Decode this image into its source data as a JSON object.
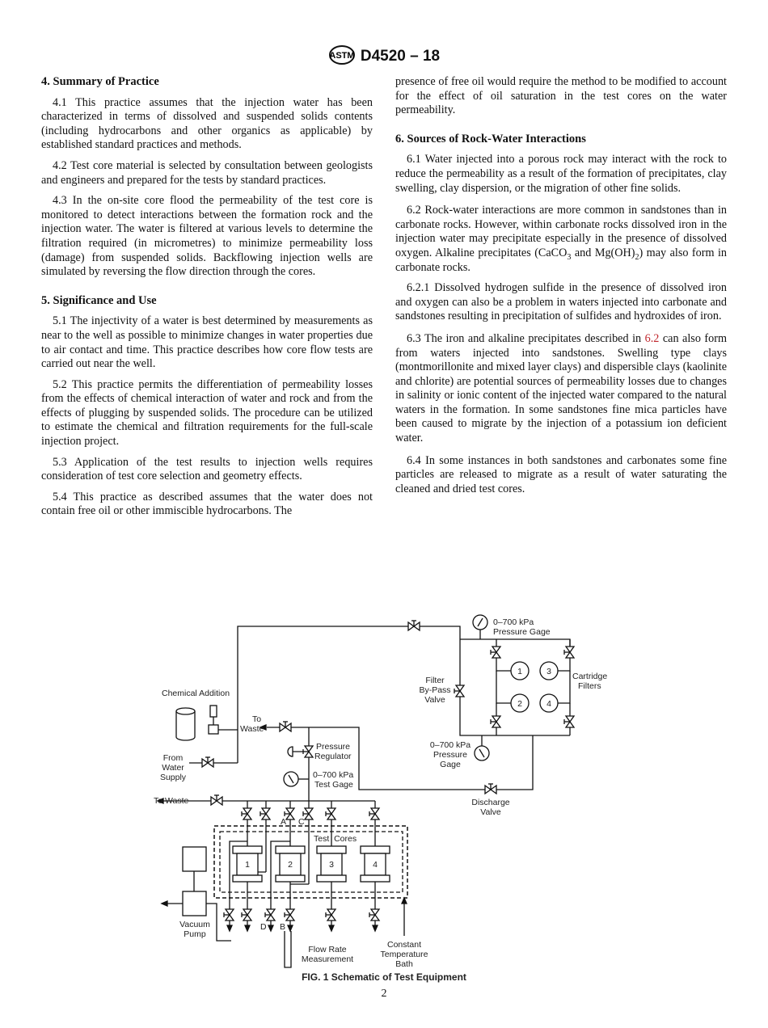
{
  "header": {
    "logo": "ASTM",
    "designation": "D4520 – 18"
  },
  "left": {
    "s4_title": "4. Summary of Practice",
    "p41": "4.1 This practice assumes that the injection water has been characterized in terms of dissolved and suspended solids contents (including hydrocarbons and other organics as applicable) by established standard practices and methods.",
    "p42": "4.2 Test core material is selected by consultation between geologists and engineers and prepared for the tests by standard practices.",
    "p43": "4.3 In the on-site core flood the permeability of the test core is monitored to detect interactions between the formation rock and the injection water. The water is filtered at various levels to determine the filtration required (in micrometres) to minimize permeability loss (damage) from suspended solids. Backflowing injection wells are simulated by reversing the flow direction through the cores.",
    "s5_title": "5. Significance and Use",
    "p51": "5.1 The injectivity of a water is best determined by measurements as near to the well as possible to minimize changes in water properties due to air contact and time. This practice describes how core flow tests are carried out near the well.",
    "p52": "5.2 This practice permits the differentiation of permeability losses from the effects of chemical interaction of water and rock and from the effects of plugging by suspended solids. The procedure can be utilized to estimate the chemical and filtration requirements for the full-scale injection project.",
    "p53": "5.3 Application of the test results to injection wells requires consideration of test core selection and geometry effects.",
    "p54": "5.4 This practice as described assumes that the water does not contain free oil or other immiscible hydrocarbons. The"
  },
  "right": {
    "p54_cont": "presence of free oil would require the method to be modified to account for the effect of oil saturation in the test cores on the water permeability.",
    "s6_title": "6. Sources of Rock-Water Interactions",
    "p61": "6.1 Water injected into a porous rock may interact with the rock to reduce the permeability as a result of the formation of precipitates, clay swelling, clay dispersion, or the migration of other fine solids.",
    "p62_a": "6.2 Rock-water interactions are more common in sandstones than in carbonate rocks. However, within carbonate rocks dissolved iron in the injection water may precipitate especially in the presence of dissolved oxygen. Alkaline precipitates (CaCO",
    "p62_sub1": "3",
    "p62_b": " and Mg(OH)",
    "p62_sub2": "2",
    "p62_c": ") may also form in carbonate rocks.",
    "p621": "6.2.1 Dissolved hydrogen sulfide in the presence of dissolved iron and oxygen can also be a problem in waters injected into carbonate and sandstones resulting in precipitation of sulfides and hydroxides of iron.",
    "p63_a": "6.3 The iron and alkaline precipitates described in ",
    "p63_link": "6.2",
    "p63_b": " can also form from waters injected into sandstones. Swelling type clays (montmorillonite and mixed layer clays) and dispersible clays (kaolinite and chlorite) are potential sources of permeability losses due to changes in salinity or ionic content of the injected water compared to the natural waters in the formation. In some sandstones fine mica particles have been caused to migrate by the injection of a potassium ion deficient water.",
    "p64": "6.4 In some instances in both sandstones and carbonates some fine particles are released to migrate as a result of water saturating the cleaned and dried test cores."
  },
  "figure": {
    "caption": "FIG. 1 Schematic of Test Equipment",
    "labels": {
      "gage_top_1": "0–700 kPa",
      "gage_top_2": "Pressure Gage",
      "cartridge_1": "Cartridge",
      "cartridge_2": "Filters",
      "bypass_1": "Filter",
      "bypass_2": "By-Pass",
      "bypass_3": "Valve",
      "chem": "Chemical Addition",
      "towaste1_1": "To",
      "towaste1_2": "Waste",
      "reg_1": "Pressure",
      "reg_2": "Regulator",
      "gage_bot_1": "0–700 kPa",
      "gage_bot_2": "Pressure",
      "gage_bot_3": "Gage",
      "from_1": "From",
      "from_2": "Water",
      "from_3": "Supply",
      "test_gage_1": "0–700 kPa",
      "test_gage_2": "Test Gage",
      "towaste2": "To Waste",
      "discharge_1": "Discharge",
      "discharge_2": "Valve",
      "A": "A",
      "C": "C",
      "D": "D",
      "B": "B",
      "test_cores": "Test  Cores",
      "filters": [
        "1",
        "2",
        "3",
        "4"
      ],
      "cores": [
        "1",
        "2",
        "3",
        "4"
      ],
      "vac_1": "Vacuum",
      "vac_2": "Pump",
      "flow_1": "Flow Rate",
      "flow_2": "Measurement",
      "bath_1": "Constant",
      "bath_2": "Temperature",
      "bath_3": "Bath"
    }
  },
  "page_number": "2",
  "colors": {
    "link": "#c0272d"
  }
}
